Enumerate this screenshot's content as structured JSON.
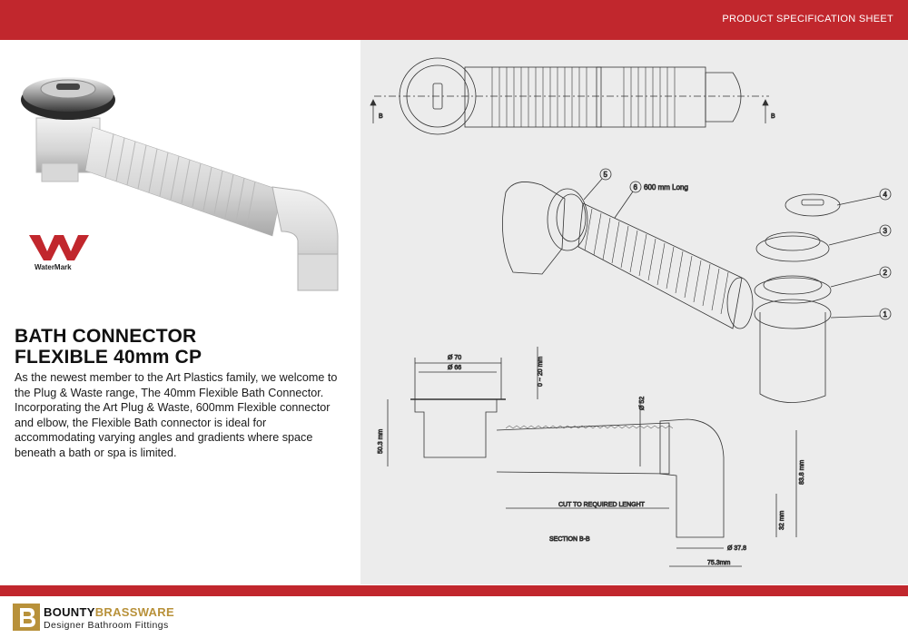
{
  "header": {
    "sheet_title": "PRODUCT SPECIFICATION SHEET"
  },
  "theme": {
    "accent": "#c1272d",
    "brand_gold": "#b8913a"
  },
  "product": {
    "title_line1": "BATH CONNECTOR",
    "title_line2": "FLEXIBLE 40mm CP",
    "description": "As the newest member to the Art Plastics family, we welcome to the Plug & Waste range, The 40mm Flexible Bath Connector. Incorporating the Art Plug & Waste, 600mm Flexible connector and elbow, the Flexible Bath connector is ideal for accommodating varying angles and gradients where space beneath a bath or spa is limited."
  },
  "certification": {
    "label": "WaterMark",
    "icon": "watermark-logo-icon"
  },
  "brand": {
    "name_part1": "BOUNTY",
    "name_part2": "BRASSWARE",
    "tagline": "Designer Bathroom Fittings",
    "icon": "bounty-brassware-logo-icon"
  },
  "drawing": {
    "section_marker": "B",
    "callouts": [
      "1",
      "2",
      "3",
      "4",
      "5",
      "6"
    ],
    "hose_length_label": "600 mm Long",
    "dims": {
      "d70": "Ø 70",
      "d66": "Ø 66",
      "range": "0 ~ 20 mm",
      "d52": "Ø 52",
      "h503": "50.3 mm",
      "h838": "83.8 mm",
      "h32": "32 mm",
      "d378": "Ø 37.8",
      "w753": "75.3mm",
      "cut": "CUT TO REQUIRED LENGHT",
      "section": "SECTION B-B"
    }
  }
}
